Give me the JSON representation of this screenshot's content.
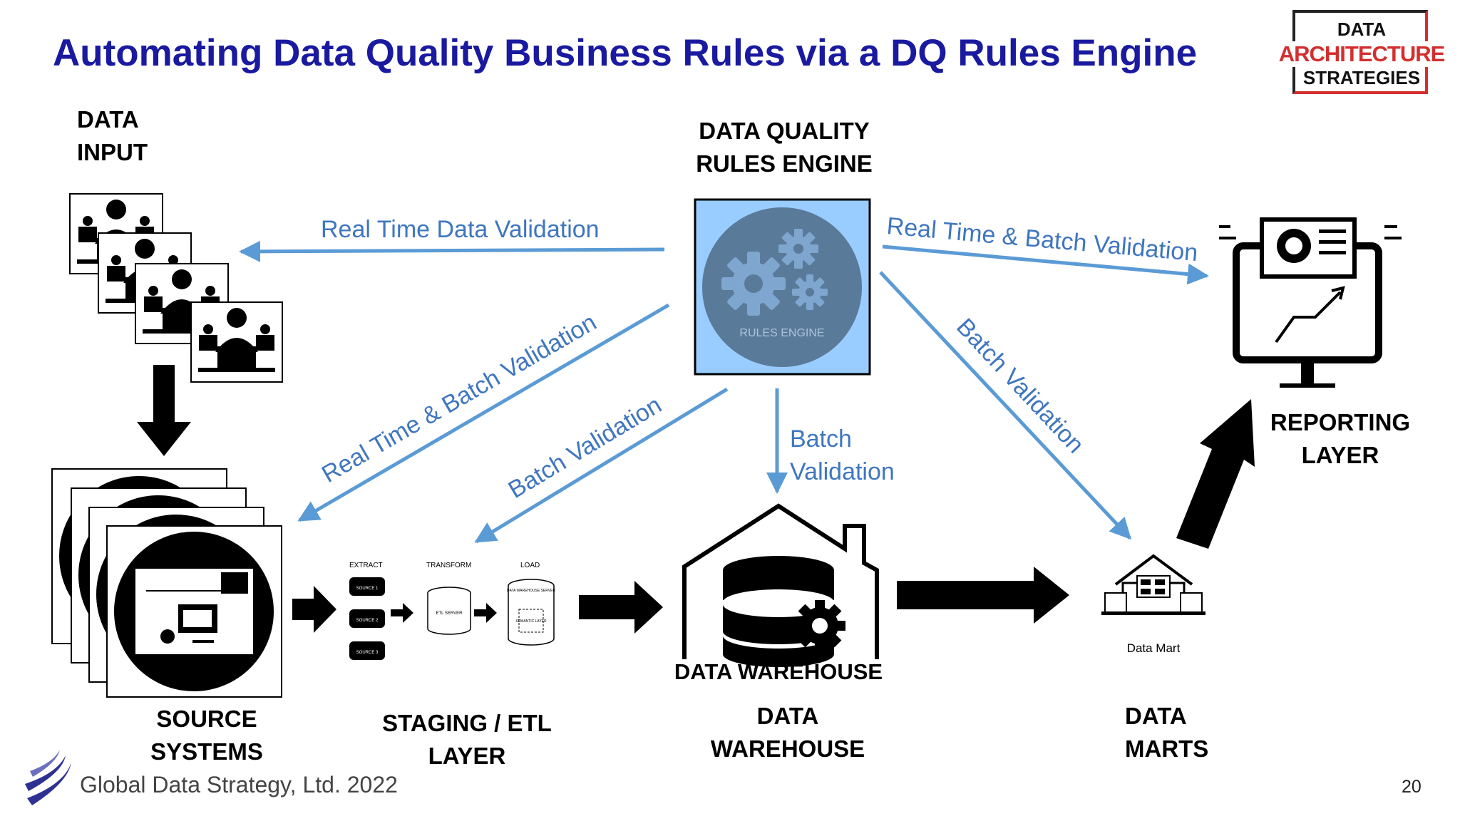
{
  "title": "Automating Data Quality Business Rules via a DQ Rules Engine",
  "logo": {
    "line1": "DATA",
    "line2": "ARCHITECTURE",
    "line3": "STRATEGIES",
    "accent_color": "#d32f2f"
  },
  "labels": {
    "data_input": [
      "DATA",
      "INPUT"
    ],
    "rules_engine_heading": [
      "DATA QUALITY",
      "RULES ENGINE"
    ],
    "rules_engine_caption": "RULES ENGINE",
    "source_systems": [
      "SOURCE",
      "SYSTEMS"
    ],
    "staging_etl": [
      "STAGING / ETL",
      "LAYER"
    ],
    "data_warehouse": [
      "DATA",
      "WAREHOUSE"
    ],
    "data_marts": [
      "DATA",
      "MARTS"
    ],
    "reporting_layer": [
      "REPORTING",
      "LAYER"
    ],
    "warehouse_icon_text": "DATA WAREHOUSE",
    "data_mart_caption": "Data Mart"
  },
  "etl_mini": {
    "extract": "EXTRACT",
    "transform": "TRANSFORM",
    "load": "LOAD",
    "sources": [
      "SOURCE 1",
      "SOURCE 2",
      "SOURCE 3"
    ],
    "etl_server": "ETL SERVER",
    "dw_server": "DATA WAREHOUSE SERVER",
    "semantic_layer": "SEMANTIC LAYER"
  },
  "flows": {
    "to_input": "Real Time Data Validation",
    "to_source": "Real Time & Batch Validation",
    "to_staging": "Batch Validation",
    "to_warehouse": [
      "Batch",
      "Validation"
    ],
    "to_marts": "Batch Validation",
    "to_reporting": "Real Time & Batch Validation"
  },
  "footer": {
    "text": "Global Data Strategy, Ltd. 2022",
    "page_number": "20"
  },
  "colors": {
    "title": "#1a1aa0",
    "flow_arrow": "#5b9bd5",
    "flow_text": "#3f76bf",
    "engine_bg": "#99ccff",
    "engine_circle": "#5a7a99",
    "gear": "#7ea6cf"
  }
}
